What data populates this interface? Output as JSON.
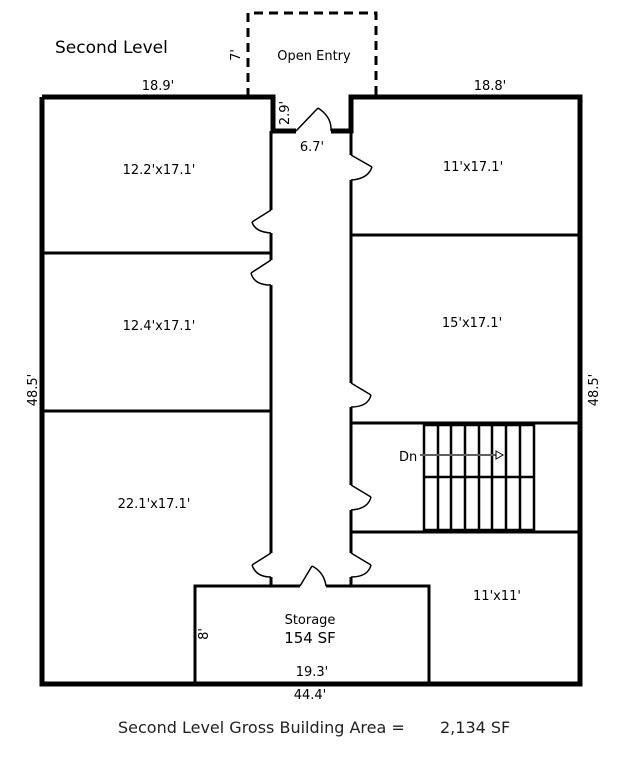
{
  "title": "Second Level",
  "entry": {
    "label": "Open Entry",
    "depth": "7'",
    "step": "2.9'",
    "width": "6.7'"
  },
  "dimensions": {
    "top_left": "18.9'",
    "top_right": "18.8'",
    "left": "48.5'",
    "right": "48.5'",
    "bottom": "44.4'"
  },
  "rooms": {
    "left_1": "12.2'x17.1'",
    "left_2": "12.4'x17.1'",
    "left_3": "22.1'x17.1'",
    "right_1": "11'x17.1'",
    "right_2": "15'x17.1'",
    "right_4": "11'x11'"
  },
  "stairs": {
    "label": "Dn"
  },
  "storage": {
    "label": "Storage",
    "area": "154 SF",
    "depth": "8'",
    "width": "19.3'"
  },
  "footer": {
    "label": "Second Level Gross Building Area =",
    "value": "2,134 SF"
  }
}
